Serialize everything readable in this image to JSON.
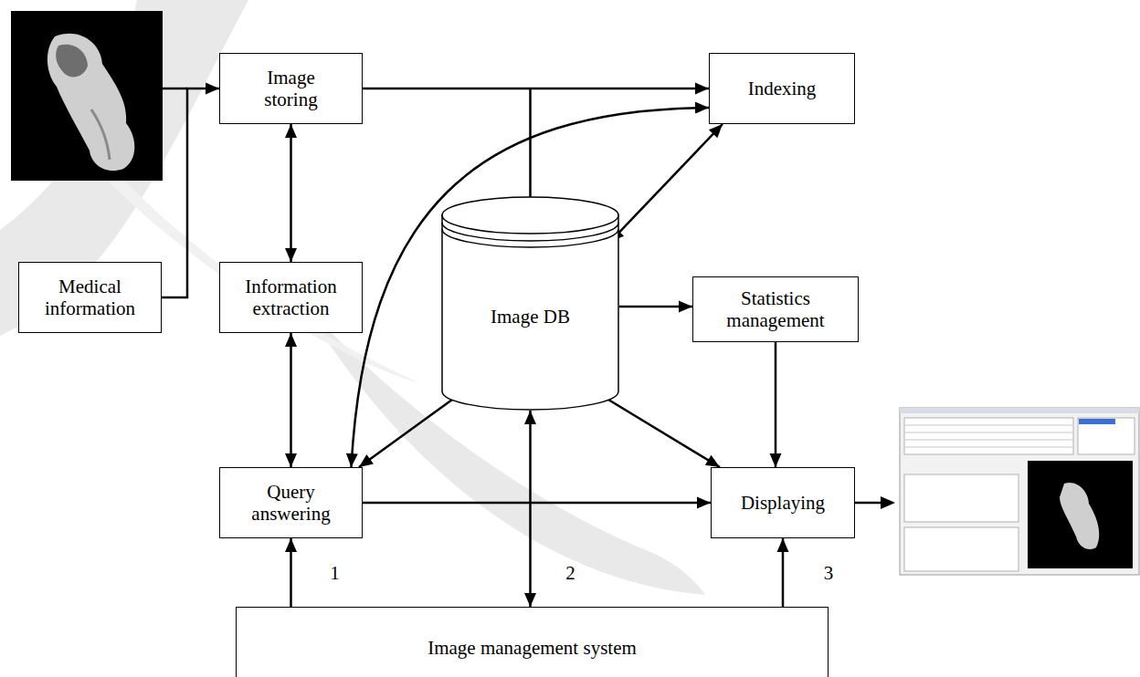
{
  "diagram": {
    "nodes": [
      {
        "text": [
          "Image storing"
        ]
      },
      {
        "text": [
          "Indexing"
        ]
      },
      {
        "text": [
          "Medical information"
        ]
      },
      {
        "text": [
          "Information extraction"
        ]
      },
      {
        "text": [
          "Image DB"
        ]
      },
      {
        "text": [
          "Statistics management"
        ]
      },
      {
        "text": [
          "Query answering"
        ]
      },
      {
        "text": [
          "Displaying"
        ]
      },
      {
        "text": [
          "Image management system"
        ]
      }
    ],
    "edges": [
      {
        "from": 2,
        "to": 0,
        "arrow": "to"
      },
      {
        "from": 0,
        "to": 1,
        "arrow": "to"
      },
      {
        "from": 0,
        "to": 4,
        "arrow": "to"
      },
      {
        "from": 0,
        "to": 3,
        "arrow": "both"
      },
      {
        "from": 1,
        "to": 6,
        "arrow": "both"
      },
      {
        "from": 1,
        "to": 4,
        "arrow": "both"
      },
      {
        "from": 4,
        "to": 5,
        "arrow": "to"
      },
      {
        "from": 3,
        "to": 6,
        "arrow": "both"
      },
      {
        "from": 4,
        "to": 6,
        "arrow": "to"
      },
      {
        "from": 4,
        "to": 7,
        "arrow": "to"
      },
      {
        "from": 5,
        "to": 7,
        "arrow": "to"
      },
      {
        "from": 6,
        "to": 7,
        "arrow": "to"
      },
      {
        "from": 8,
        "to": 6,
        "label": "1",
        "arrow": "to"
      },
      {
        "from": 8,
        "to": 4,
        "label": "2",
        "arrow": "both"
      },
      {
        "from": 8,
        "to": 7,
        "label": "3",
        "arrow": "to"
      }
    ]
  }
}
